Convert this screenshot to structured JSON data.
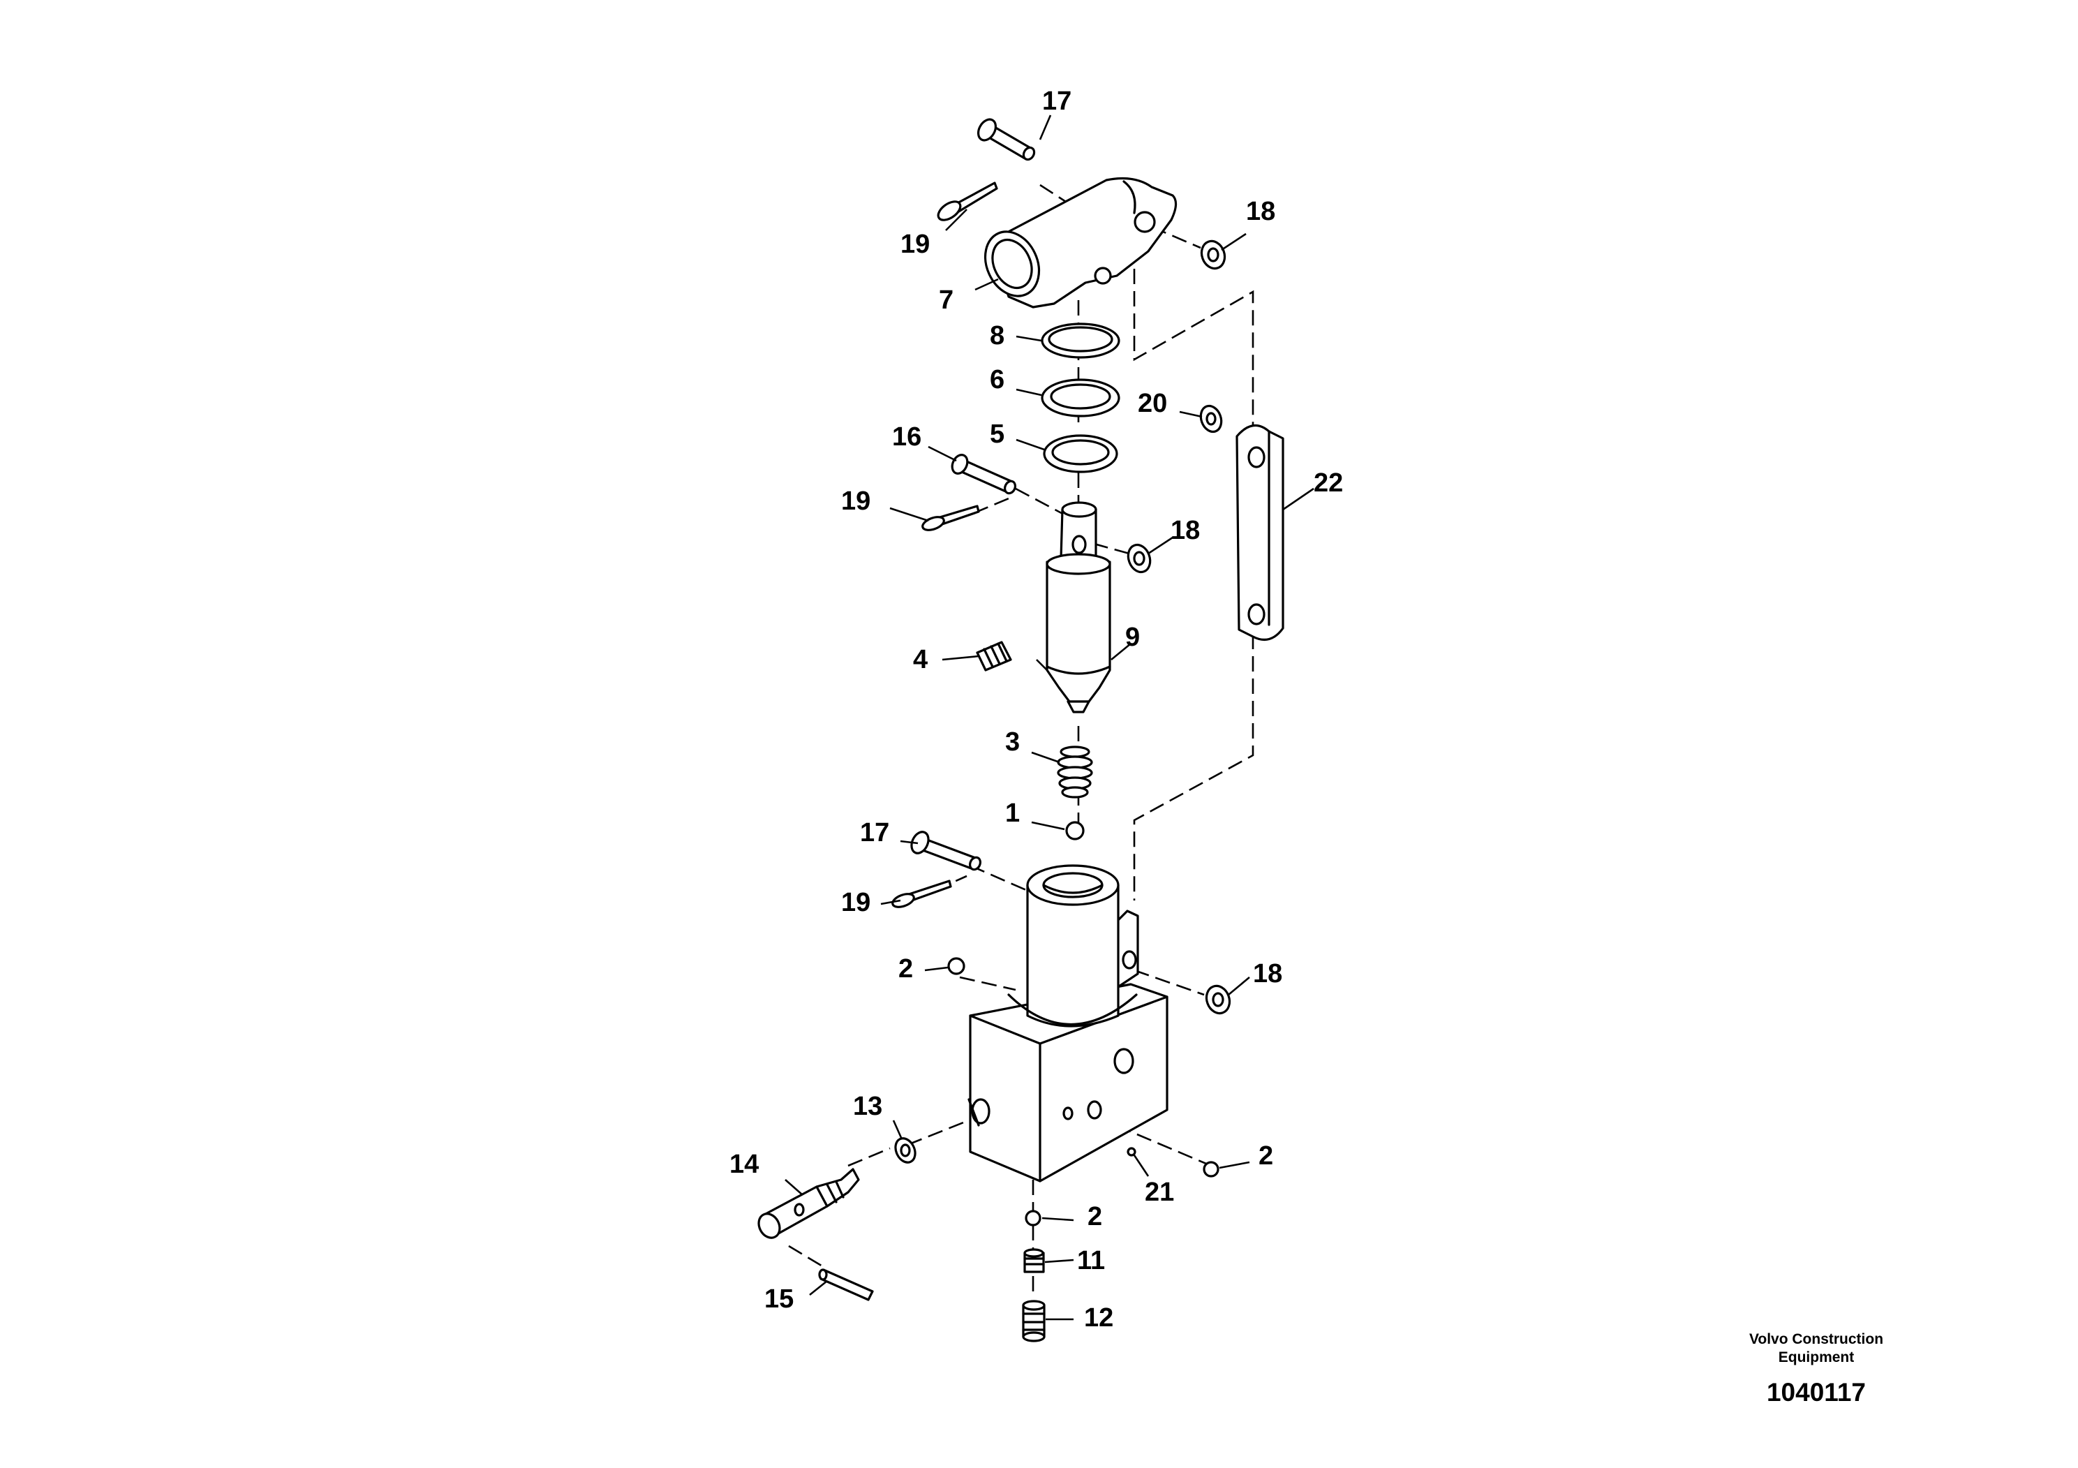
{
  "callouts": [
    "17",
    "19",
    "18",
    "7",
    "8",
    "6",
    "20",
    "5",
    "16",
    "22",
    "19",
    "18",
    "9",
    "4",
    "3",
    "1",
    "17",
    "19",
    "2",
    "18",
    "13",
    "2",
    "14",
    "21",
    "2",
    "11",
    "15",
    "12"
  ],
  "credit": {
    "brand_line1": "Volvo Construction",
    "brand_line2": "Equipment",
    "code": "1040117"
  }
}
